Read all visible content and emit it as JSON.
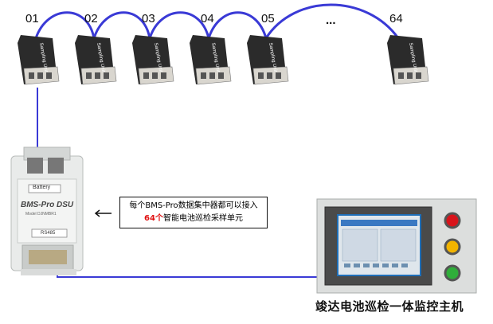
{
  "units": [
    {
      "label": "01"
    },
    {
      "label": "02"
    },
    {
      "label": "03"
    },
    {
      "label": "04"
    },
    {
      "label": "05"
    },
    {
      "label": "64"
    }
  ],
  "ellipsis": "...",
  "unit_name": "Sampling Unit",
  "collector": {
    "battery_label": "Battery",
    "model": "BMS-Pro DSU",
    "model_sub": "Model DJNMBR1",
    "port": "RS485"
  },
  "arrow": "←",
  "note": {
    "line1": "每个BMS-Pro数据集中器都可以接入",
    "count": "64个",
    "line2_rest": "智能电池巡检采样单元"
  },
  "monitor_caption": "竣达电池巡检一体监控主机",
  "colors": {
    "cable": "#3a3ad6",
    "device_body": "#2b2b2b",
    "indicator_red": "#d8141b",
    "indicator_yellow": "#f2b400",
    "indicator_green": "#2fae3a"
  }
}
